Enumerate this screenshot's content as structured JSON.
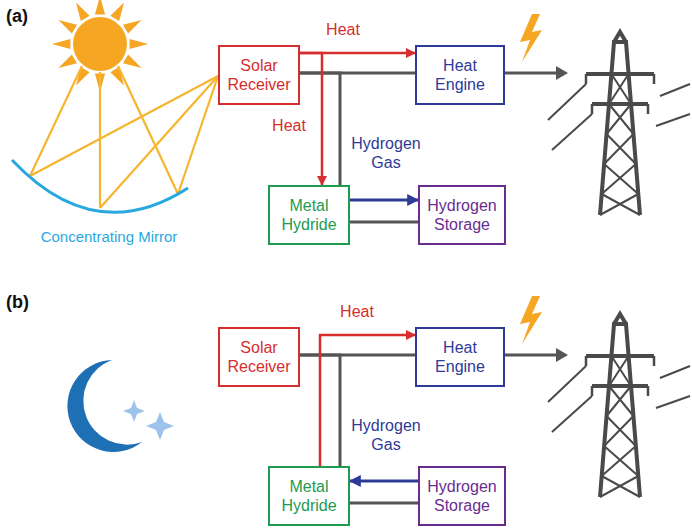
{
  "diagram": {
    "nodes": [
      {
        "text": [
          "Solar Receiver"
        ]
      },
      {
        "text": [
          "Heat Engine"
        ]
      },
      {
        "text": [
          "Metal Hydride"
        ]
      },
      {
        "text": [
          "Hydrogen Storage"
        ]
      },
      {
        "text": [
          "Solar Receiver"
        ]
      },
      {
        "text": [
          "Heat Engine"
        ]
      },
      {
        "text": [
          "Metal Hydride"
        ]
      },
      {
        "text": [
          "Hydrogen Storage"
        ]
      }
    ],
    "edges": [
      {
        "from": 0,
        "to": 1,
        "arrow": "none"
      },
      {
        "from": 0,
        "to": 2,
        "arrow": "none"
      },
      {
        "from": 2,
        "to": 3,
        "arrow": "none"
      },
      {
        "from": 0,
        "to": 1,
        "label": "Heat",
        "arrow": "to"
      },
      {
        "from": 0,
        "to": 2,
        "label": "Heat",
        "arrow": "to"
      },
      {
        "from": 2,
        "to": 3,
        "label": "Hydrogen Gas",
        "arrow": "to"
      },
      {
        "from": 4,
        "to": 5,
        "arrow": "none"
      },
      {
        "from": 4,
        "to": 6,
        "arrow": "none"
      },
      {
        "from": 6,
        "to": 7,
        "arrow": "none"
      },
      {
        "from": 6,
        "to": 5,
        "label": "Heat",
        "arrow": "to"
      },
      {
        "from": 7,
        "to": 6,
        "label": "Hydrogen Gas",
        "arrow": "to"
      }
    ],
    "labels": [
      "(a)",
      "Concentrating Mirror",
      "(b)"
    ]
  }
}
